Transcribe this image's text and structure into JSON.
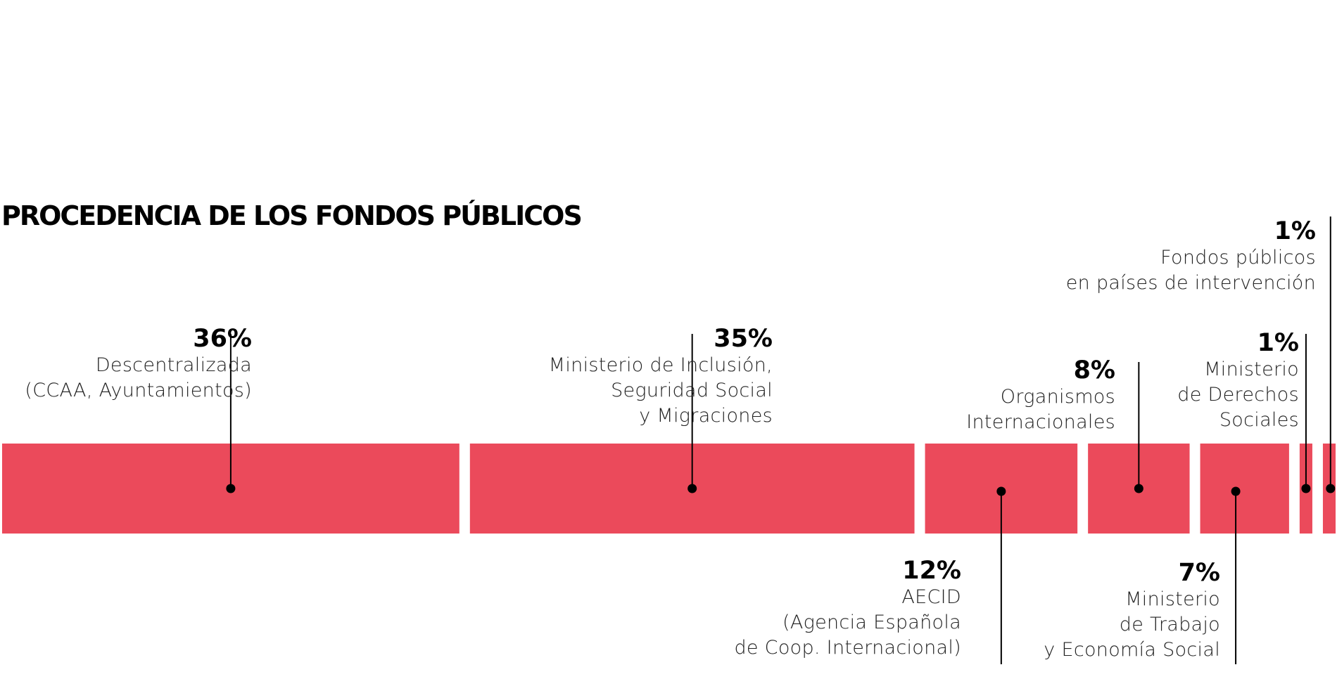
{
  "title": "PROCEDENCIA DE LOS FONDOS PÚBLICOS",
  "chart_data": {
    "type": "bar",
    "orientation": "horizontal-stacked",
    "title": "PROCEDENCIA DE LOS FONDOS PÚBLICOS",
    "unit": "%",
    "bar_color": "#EB4A5B",
    "segments": [
      {
        "value": 36,
        "label": "36%",
        "lines": [
          "Descentralizada",
          "(CCAA, Ayuntamientos)"
        ],
        "label_side": "above"
      },
      {
        "value": 35,
        "label": "35%",
        "lines": [
          "Ministerio de Inclusión,",
          "Seguridad Social",
          "y Migraciones"
        ],
        "label_side": "above"
      },
      {
        "value": 12,
        "label": "12%",
        "lines": [
          "AECID",
          "(Agencia Española",
          "de Coop. Internacional)"
        ],
        "label_side": "below"
      },
      {
        "value": 8,
        "label": "8%",
        "lines": [
          "Organismos",
          "Internacionales"
        ],
        "label_side": "above"
      },
      {
        "value": 7,
        "label": "7%",
        "lines": [
          "Ministerio",
          "de Trabajo",
          "y Economía Social"
        ],
        "label_side": "below"
      },
      {
        "value": 1,
        "label": "1%",
        "lines": [
          "Ministerio",
          "de Derechos",
          "Sociales"
        ],
        "label_side": "above"
      },
      {
        "value": 1,
        "label": "1%",
        "lines": [
          "Fondos públicos",
          "en países de intervención"
        ],
        "label_side": "above"
      }
    ]
  }
}
